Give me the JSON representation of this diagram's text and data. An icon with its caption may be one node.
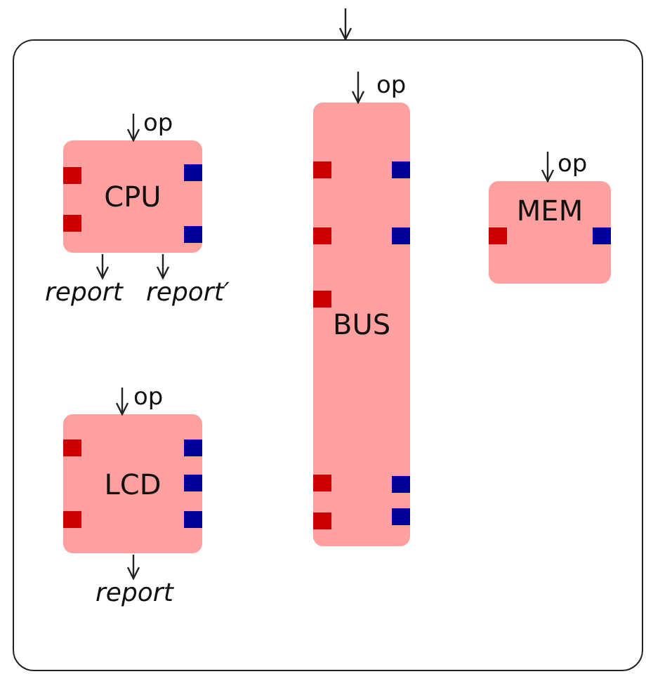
{
  "diagram": {
    "nodes": [
      {
        "text": [],
        "shape": "box"
      },
      {
        "text": [
          "CPU"
        ],
        "in": 0
      },
      {
        "text": [
          "BUS"
        ],
        "in": 0
      },
      {
        "text": [
          "MEM"
        ],
        "in": 0
      },
      {
        "text": [
          "LCD"
        ],
        "in": 0
      }
    ],
    "edges": [
      {
        "from": null,
        "to": 0,
        "arrow": "to"
      },
      {
        "from": null,
        "to": 1,
        "arrow": "to",
        "label": "op"
      },
      {
        "from": null,
        "to": 2,
        "arrow": "to",
        "label": "op"
      },
      {
        "from": null,
        "to": 3,
        "arrow": "to",
        "label": "op"
      },
      {
        "from": null,
        "to": 4,
        "arrow": "to",
        "label": "op"
      },
      {
        "from": 1,
        "to": null,
        "arrow": "to",
        "label": "report"
      },
      {
        "from": 1,
        "to": null,
        "arrow": "to",
        "label": "report′"
      },
      {
        "from": 4,
        "to": null,
        "arrow": "to",
        "label": "report"
      }
    ]
  }
}
